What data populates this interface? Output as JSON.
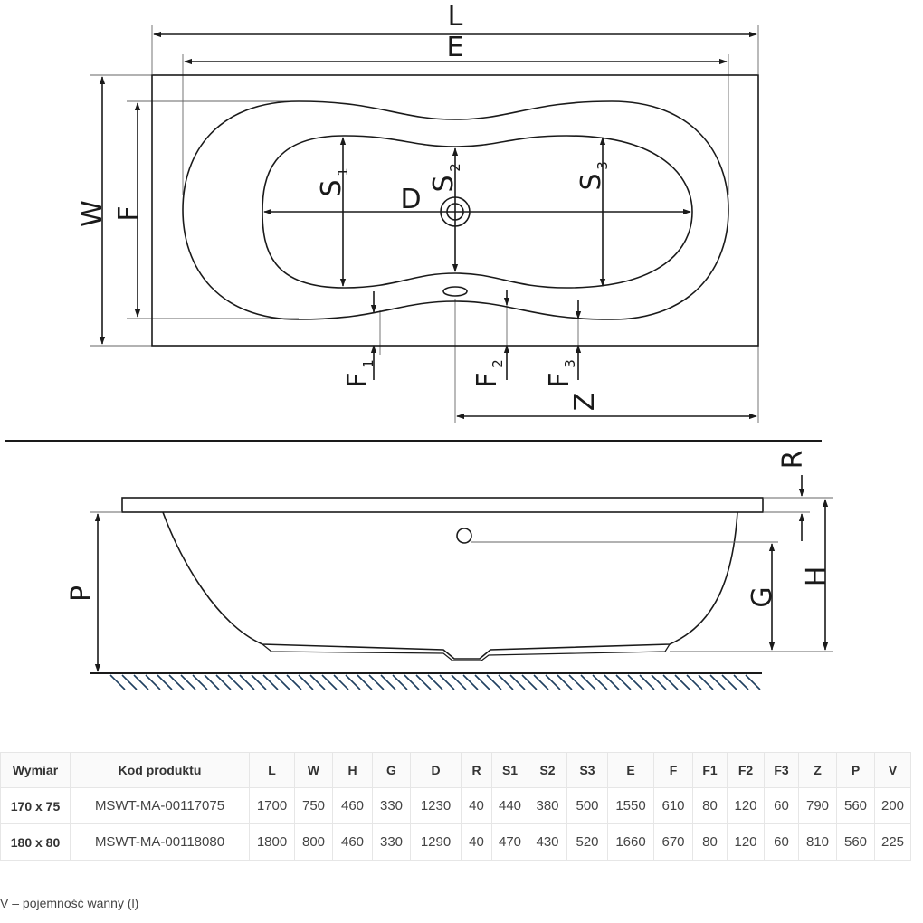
{
  "top_view": {
    "label_L": "L",
    "label_E": "E",
    "label_W": "W",
    "label_F": "F",
    "label_D": "D",
    "label_S1": "S",
    "label_S1_sub": "1",
    "label_S2": "S",
    "label_S2_sub": "2",
    "label_S3": "S",
    "label_S3_sub": "3",
    "label_F1": "F",
    "label_F1_sub": "1",
    "label_F2": "F",
    "label_F2_sub": "2",
    "label_F3": "F",
    "label_F3_sub": "3",
    "label_Z": "Z"
  },
  "side_view": {
    "label_R": "R",
    "label_H": "H",
    "label_G": "G",
    "label_P": "P"
  },
  "table": {
    "headers": [
      "Wymiar",
      "Kod produktu",
      "L",
      "W",
      "H",
      "G",
      "D",
      "R",
      "S1",
      "S2",
      "S3",
      "E",
      "F",
      "F1",
      "F2",
      "F3",
      "Z",
      "P",
      "V"
    ],
    "rows": [
      [
        "170 x 75",
        "MSWT-MA-00117075",
        "1700",
        "750",
        "460",
        "330",
        "1230",
        "40",
        "440",
        "380",
        "500",
        "1550",
        "610",
        "80",
        "120",
        "60",
        "790",
        "560",
        "200"
      ],
      [
        "180 x 80",
        "MSWT-MA-00118080",
        "1800",
        "800",
        "460",
        "330",
        "1290",
        "40",
        "470",
        "430",
        "520",
        "1660",
        "670",
        "80",
        "120",
        "60",
        "810",
        "560",
        "225"
      ]
    ]
  },
  "note": "V – pojemność wanny (l)",
  "colors": {
    "line": "#1a1a1a",
    "hatch": "#1f3f60",
    "grid": "#e6e6e6"
  }
}
